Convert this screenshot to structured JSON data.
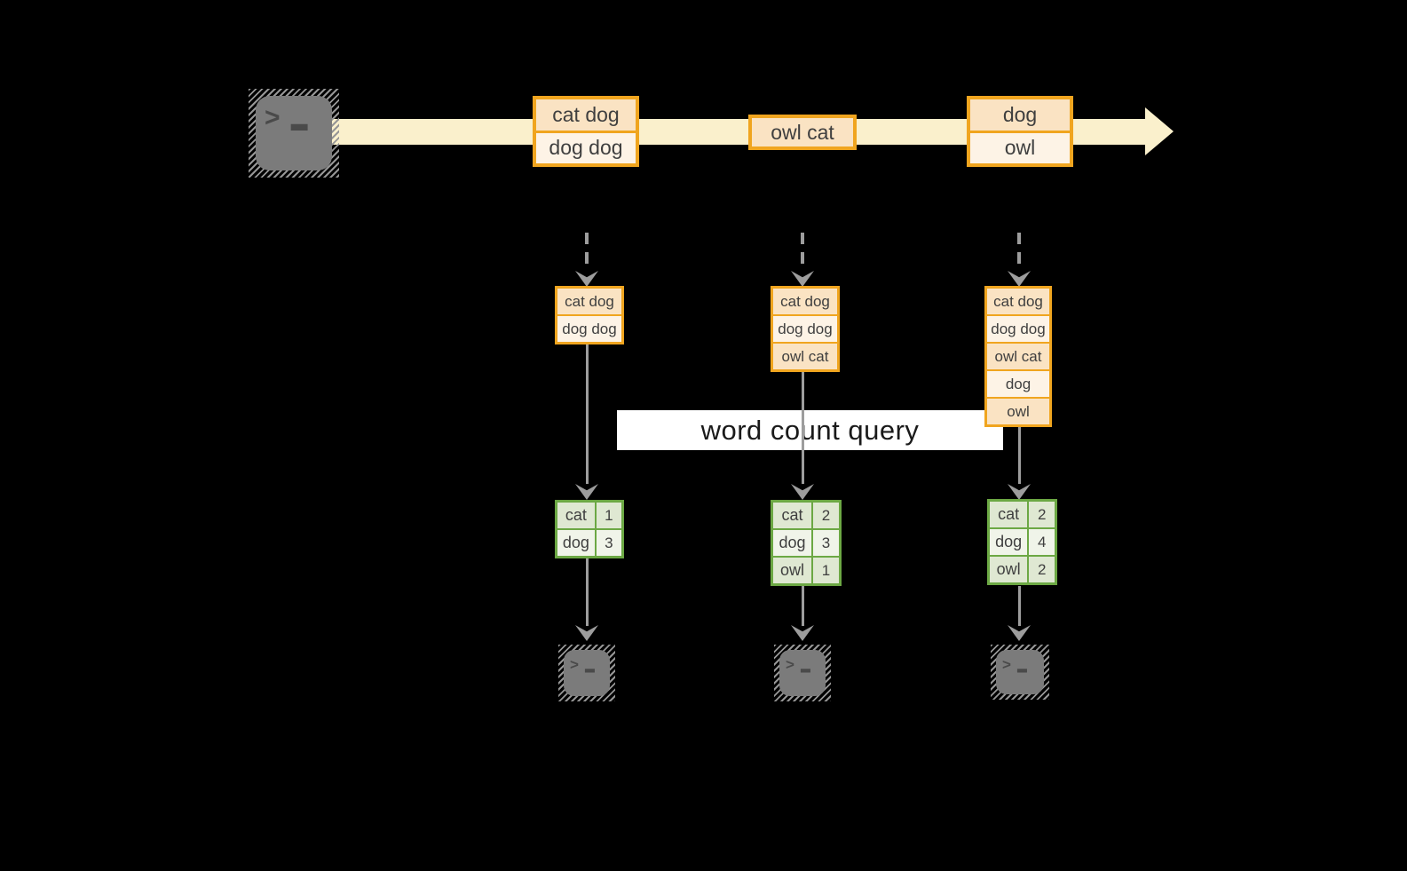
{
  "label": {
    "query": "word count query"
  },
  "terminal": {
    "prompt": ">",
    "cursor": "▂"
  },
  "stream": {
    "events": [
      {
        "lines": [
          "cat dog",
          "dog dog"
        ]
      },
      {
        "lines": [
          "owl cat"
        ]
      },
      {
        "lines": [
          "dog",
          "owl"
        ]
      }
    ]
  },
  "columns": [
    {
      "buffer": [
        "cat dog",
        "dog dog"
      ],
      "counts": [
        {
          "word": "cat",
          "count": "1"
        },
        {
          "word": "dog",
          "count": "3"
        }
      ]
    },
    {
      "buffer": [
        "cat dog",
        "dog dog",
        "owl cat"
      ],
      "counts": [
        {
          "word": "cat",
          "count": "2"
        },
        {
          "word": "dog",
          "count": "3"
        },
        {
          "word": "owl",
          "count": "1"
        }
      ]
    },
    {
      "buffer": [
        "cat dog",
        "dog dog",
        "owl cat",
        "dog",
        "owl"
      ],
      "counts": [
        {
          "word": "cat",
          "count": "2"
        },
        {
          "word": "dog",
          "count": "4"
        },
        {
          "word": "owl",
          "count": "2"
        }
      ]
    }
  ],
  "colors": {
    "background": "#000000",
    "amber": "#f0a51f",
    "peach": "#fae3c3",
    "cream": "#fdf3e6",
    "stream-band": "#faf0cc",
    "green": "#6ca844",
    "green-row": "#dfe8d2",
    "green-row-alt": "#f0f4e9",
    "arrow-gray": "#9d9d9d",
    "terminal-gray": "#7b7b7b",
    "glyph-gray": "#4a4a4a",
    "label-bg": "#ffffff",
    "text": "#3f3f3f",
    "label-text": "#1a1a1a"
  }
}
